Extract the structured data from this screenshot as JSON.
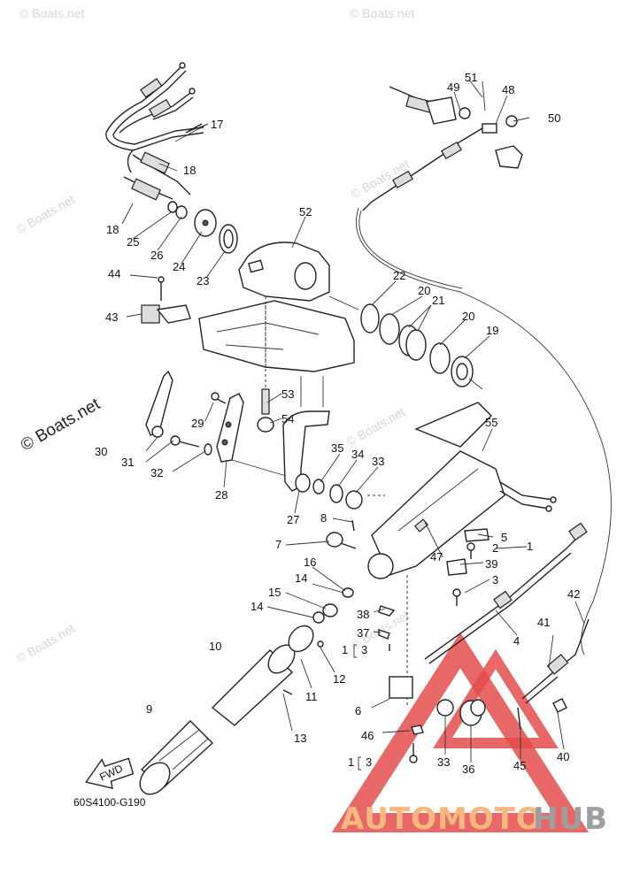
{
  "diagram": {
    "part_code": "60S4100-G190",
    "fwd_label": "FWD",
    "callouts": [
      "1",
      "2",
      "3",
      "4",
      "5",
      "6",
      "7",
      "8",
      "9",
      "10",
      "11",
      "12",
      "13",
      "14",
      "14",
      "15",
      "16",
      "17",
      "18",
      "18",
      "19",
      "20",
      "20",
      "21",
      "22",
      "23",
      "24",
      "25",
      "26",
      "27",
      "28",
      "29",
      "30",
      "31",
      "32",
      "33",
      "33",
      "34",
      "35",
      "36",
      "37",
      "38",
      "39",
      "40",
      "41",
      "42",
      "43",
      "44",
      "45",
      "46",
      "47",
      "48",
      "49",
      "50",
      "51",
      "52",
      "53",
      "54",
      "55",
      "1",
      "3",
      "1",
      "3"
    ]
  },
  "watermarks": {
    "main": "© Boats.net",
    "faint": "© Boats.net"
  },
  "brand": {
    "part1": "AUTOMOTO",
    "part2": "HUB",
    "color_accent": "#f6b87e",
    "color_grey": "#9e9e9e",
    "color_triangle": "#e03a3a"
  }
}
